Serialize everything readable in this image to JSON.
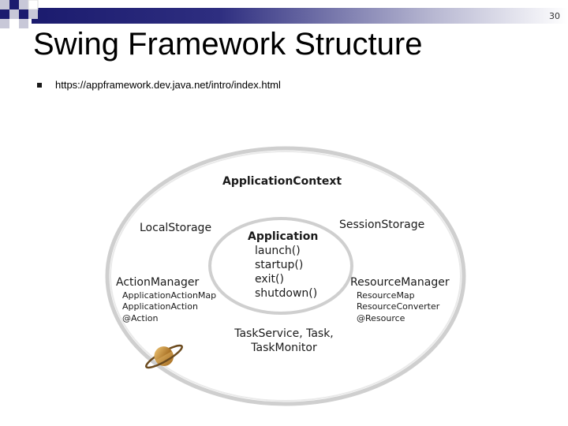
{
  "slide": {
    "title": "Swing Framework Structure",
    "page_number": "30",
    "bullet": "https://appframework.dev.java.net/intro/index.html"
  },
  "diagram": {
    "outer_label": "ApplicationContext",
    "inner": {
      "title": "Application",
      "methods": [
        "launch()",
        "startup()",
        "exit()",
        "shutdown()"
      ]
    },
    "local_storage": "LocalStorage",
    "session_storage": "SessionStorage",
    "action_manager": {
      "title": "ActionManager",
      "items": [
        "ApplicationActionMap",
        "ApplicationAction",
        "@Action"
      ]
    },
    "resource_manager": {
      "title": "ResourceManager",
      "items": [
        "ResourceMap",
        "ResourceConverter",
        "@Resource"
      ]
    },
    "task_service": [
      "TaskService, Task,",
      "TaskMonitor"
    ],
    "planet_icon": "planet-icon"
  },
  "colors": {
    "band_dark": "#1b1b6e",
    "band_light": "#c8c8d8",
    "ellipse_stroke": "#d4d4d4",
    "planet": "#d4a24a"
  }
}
